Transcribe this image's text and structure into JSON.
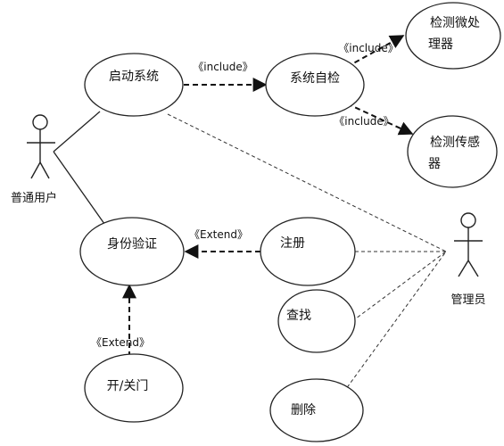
{
  "actors": {
    "user": "普通用户",
    "admin": "管理员"
  },
  "use_cases": {
    "start_system": "启动系统",
    "self_check": "系统自检",
    "check_mcu_line1": "检测微处",
    "check_mcu_line2": "理器",
    "check_sensor_line1": "检测传感",
    "check_sensor_line2": "器",
    "identity_verify": "身份验证",
    "register": "注册",
    "query": "查找",
    "delete": "删除",
    "open_close_door": "开/关门"
  },
  "relations": {
    "include_start_selfcheck": "《include》",
    "include_selfcheck_mcu": "《include》",
    "include_selfcheck_sensor": "《include》",
    "extend_register_identity": "《Extend》",
    "extend_door_identity": "《Extend》"
  }
}
